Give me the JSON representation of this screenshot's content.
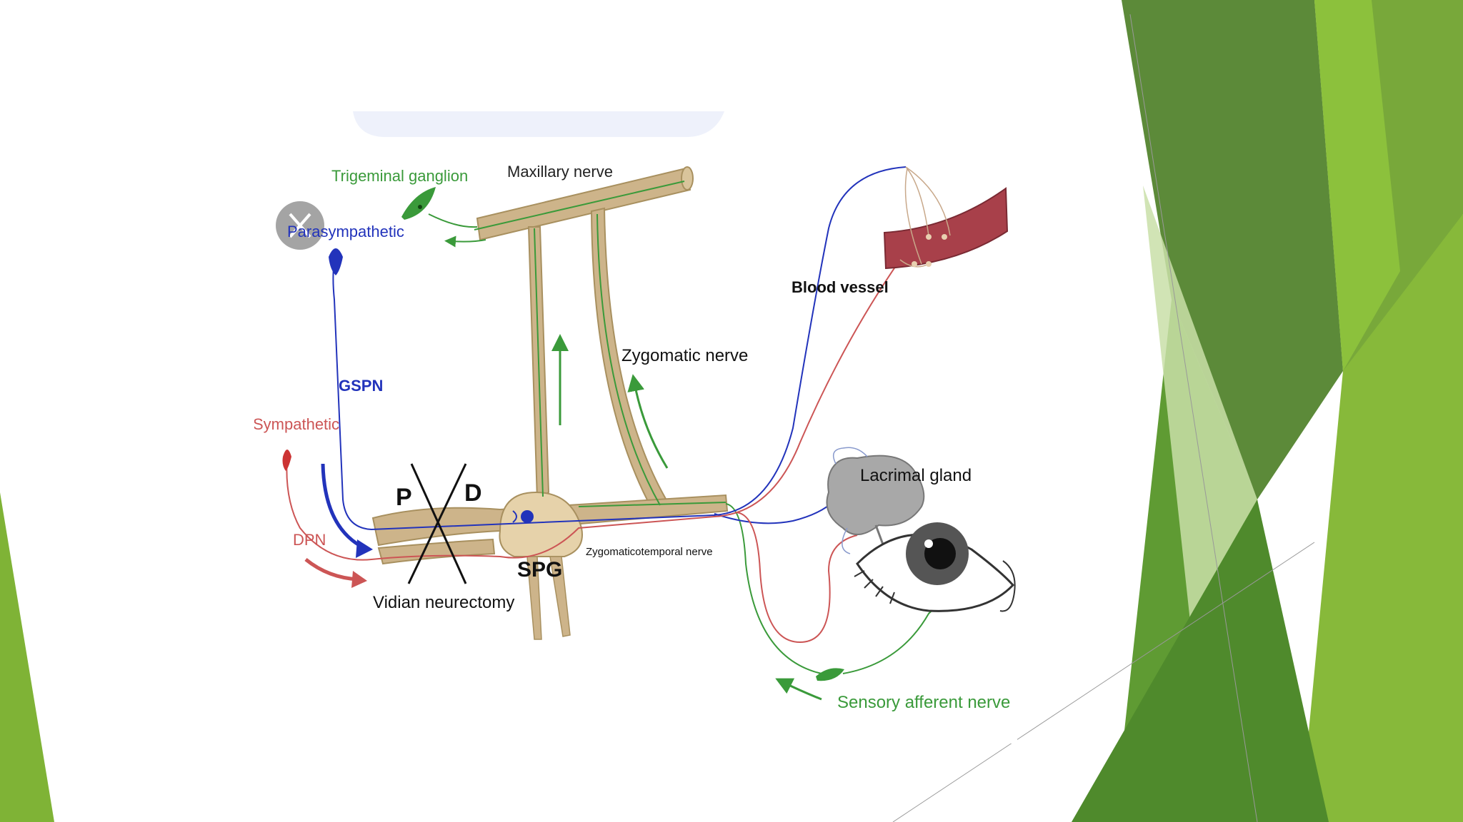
{
  "slide": {
    "theme_colors": {
      "dark_green": "#4e7f2f",
      "mid_green": "#6aa332",
      "light_green": "#8bbf3a",
      "pale_green": "#c6dca5"
    }
  },
  "figure": {
    "close_icon": "close-icon",
    "labels": {
      "trigeminal_ganglion": "Trigeminal ganglion",
      "maxillary_nerve": "Maxillary nerve",
      "parasympathetic": "Parasympathetic",
      "gspn": "GSPN",
      "sympathetic": "Sympathetic",
      "dpn": "DPN",
      "p": "P",
      "d": "D",
      "spg": "SPG",
      "vidian_neurectomy": "Vidian neurectomy",
      "zygomatic_nerve": "Zygomatic nerve",
      "zygomaticotemporal_nerve": "Zygomaticotemporal nerve",
      "blood_vessel": "Blood vessel",
      "lacrimal_gland": "Lacrimal gland",
      "sensory_afferent_nerve": "Sensory afferent nerve"
    },
    "colors": {
      "nerve_tan": "#cdb48a",
      "nerve_outline": "#a8905f",
      "green_fiber": "#3a9a3a",
      "blue_fiber": "#2233bb",
      "red_fiber": "#cc5555",
      "vessel": "#a8404a"
    }
  }
}
